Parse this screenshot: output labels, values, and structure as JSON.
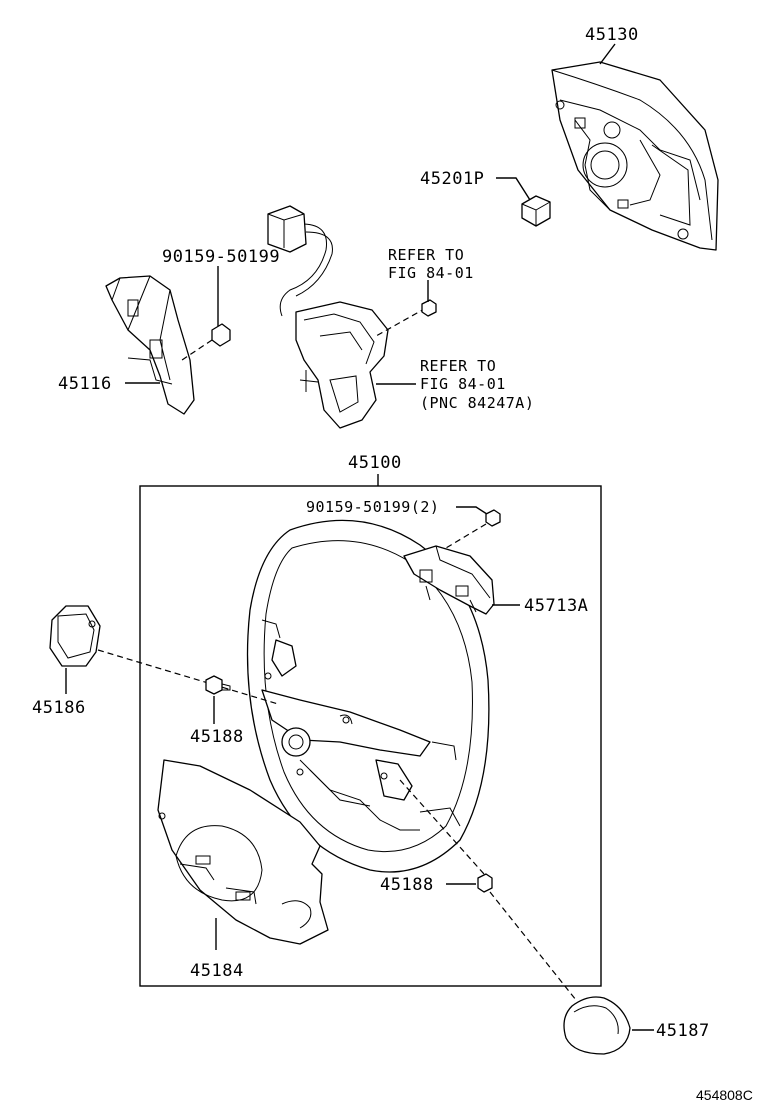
{
  "diagram": {
    "parts": {
      "airbag": "45130",
      "nut": "45201P",
      "bolt_top": "90159-50199",
      "cover_left": "45116",
      "refer_1_line1": "REFER TO",
      "refer_1_line2": "FIG 84-01",
      "refer_2_line1": "REFER TO",
      "refer_2_line2": "FIG 84-01",
      "refer_2_line3": "(PNC 84247A)",
      "wheel_assy": "45100",
      "bolt_in_box": "90159-50199(2)",
      "switch_cover": "45713A",
      "cover_186": "45186",
      "bolt_188_a": "45188",
      "bolt_188_b": "45188",
      "lower_cover": "45184",
      "cover_187": "45187"
    },
    "figure_code": "454808C"
  }
}
